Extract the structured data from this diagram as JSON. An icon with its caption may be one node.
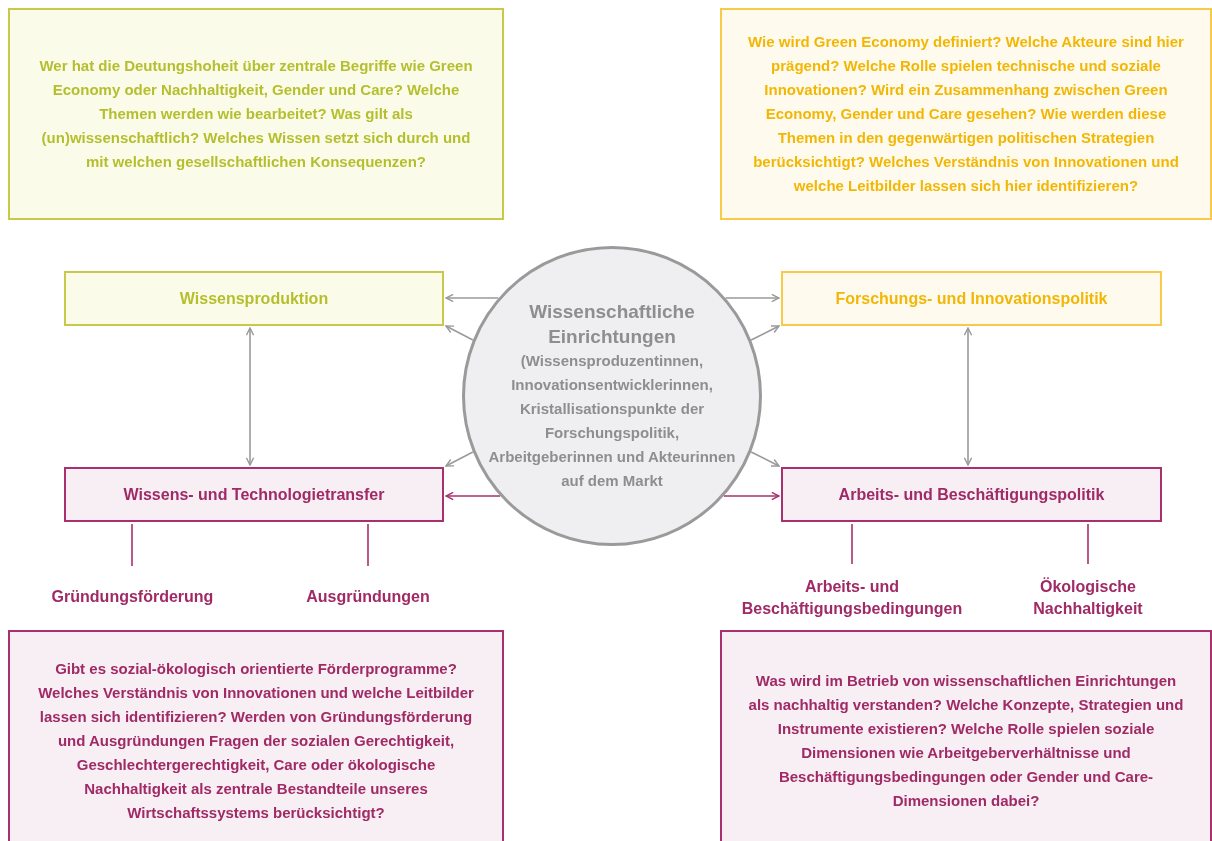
{
  "diagram": {
    "nodes": [
      {
        "text": [
          "Wer hat die Deutungshoheit über zentrale Begriffe wie Green Economy oder Nachhaltigkeit, Gender und Care? Welche Themen werden wie bearbeitet? Was gilt als (un)wissenschaftlich? Welches Wissen setzt sich durch und mit welchen gesellschaftlichen Konsequenzen?"
        ]
      },
      {
        "text": [
          "Wie wird Green Economy definiert? Welche Akteure sind hier prägend? Welche Rolle spielen technische und soziale Innovationen? Wird ein Zusammenhang zwischen Green Economy, Gender und Care gesehen? Wie werden diese Themen in den gegenwärtigen politischen Strategien berücksichtigt? Welches Verständnis von Innovationen und welche Leitbilder lassen sich hier identifizieren?"
        ]
      },
      {
        "text": [
          "Wissensproduktion"
        ]
      },
      {
        "text": [
          "Forschungs- und Innovationspolitik"
        ]
      },
      {
        "text": [
          "Wissenschaftliche Einrichtungen",
          "(Wissensproduzentinnen, Innovationsentwicklerinnen, Kristallisationspunkte der Forschungspolitik, Arbeitgeberinnen und Akteurinnen auf dem Markt"
        ]
      },
      {
        "text": [
          "Wissens- und Technologietransfer"
        ]
      },
      {
        "text": [
          "Arbeits- und Beschäftigungspolitik"
        ]
      },
      {
        "text": [
          "Gründungsförderung"
        ]
      },
      {
        "text": [
          "Ausgründungen"
        ]
      },
      {
        "text": [
          "Arbeits- und Beschäftigungsbedingungen"
        ]
      },
      {
        "text": [
          "Ökologische Nachhaltigkeit"
        ]
      },
      {
        "text": [
          "Gibt es sozial-ökologisch orientierte Förderprogramme? Welches Verständnis von Innovationen und welche Leitbilder lassen sich identifizieren? Werden von Gründungsförderung und Ausgründungen Fragen der sozialen Gerechtigkeit, Geschlechtergerechtigkeit, Care oder ökologische Nachhaltigkeit als zentrale Bestandteile unseres Wirtschaftssystems berücksichtigt?"
        ]
      },
      {
        "text": [
          "Was wird im Betrieb von wissenschaftlichen Einrichtungen als nachhaltig verstanden? Welche Konzepte, Strategien und Instrumente existieren? Welche Rolle spielen soziale Dimensionen wie Arbeitgeberverhältnisse und Beschäftigungsbedingungen oder Gender und Care-Dimensionen dabei?"
        ]
      }
    ],
    "edges": [
      {
        "from": 4,
        "to": 2,
        "arrow": "to"
      },
      {
        "from": 4,
        "to": 2,
        "arrow": "to"
      },
      {
        "from": 4,
        "to": 5,
        "arrow": "to"
      },
      {
        "from": 4,
        "to": 5,
        "arrow": "to",
        "color": "#a8306e"
      },
      {
        "from": 4,
        "to": 3,
        "arrow": "to"
      },
      {
        "from": 4,
        "to": 3,
        "arrow": "to"
      },
      {
        "from": 4,
        "to": 6,
        "arrow": "to"
      },
      {
        "from": 4,
        "to": 6,
        "arrow": "to",
        "color": "#a8306e"
      },
      {
        "from": 2,
        "to": 5,
        "arrow": "both"
      },
      {
        "from": 3,
        "to": 6,
        "arrow": "both"
      },
      {
        "from": 5,
        "to": 7,
        "arrow": "none",
        "color": "#a8306e"
      },
      {
        "from": 5,
        "to": 8,
        "arrow": "none",
        "color": "#a8306e"
      },
      {
        "from": 6,
        "to": 9,
        "arrow": "none",
        "color": "#a8306e"
      },
      {
        "from": 6,
        "to": 10,
        "arrow": "none",
        "color": "#a8306e"
      }
    ]
  }
}
